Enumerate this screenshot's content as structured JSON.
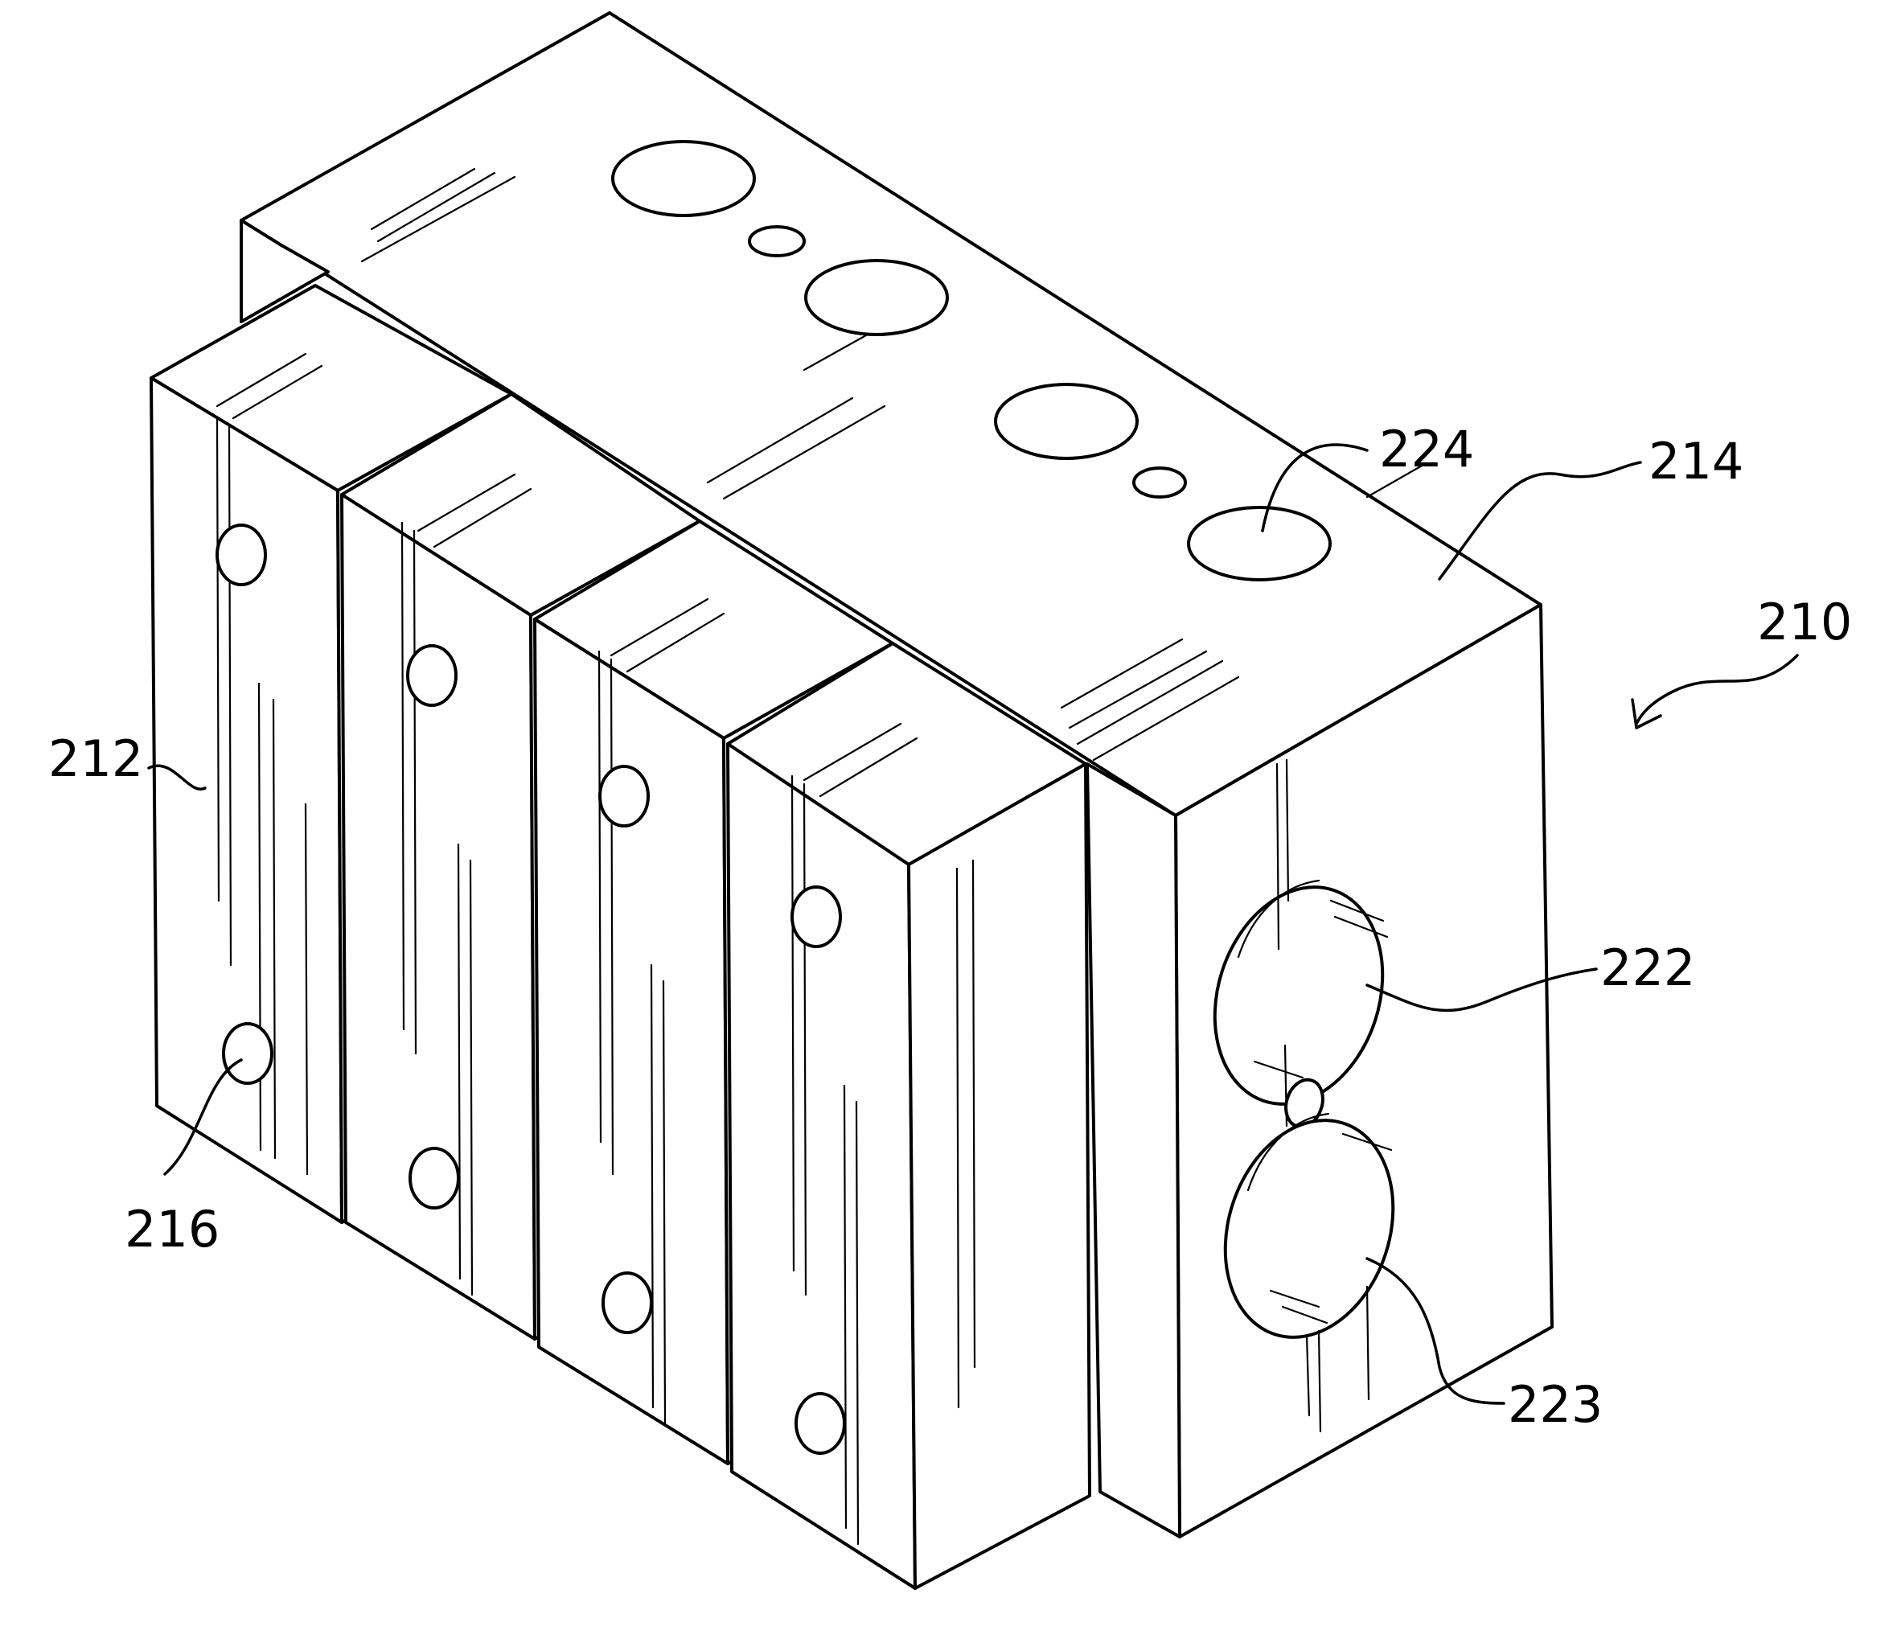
{
  "figure": {
    "reference_numerals": {
      "assembly": "210",
      "plate": "212",
      "block": "214",
      "plate_hole": "216",
      "side_port_upper": "222",
      "side_port_lower": "223",
      "top_port": "224"
    }
  }
}
